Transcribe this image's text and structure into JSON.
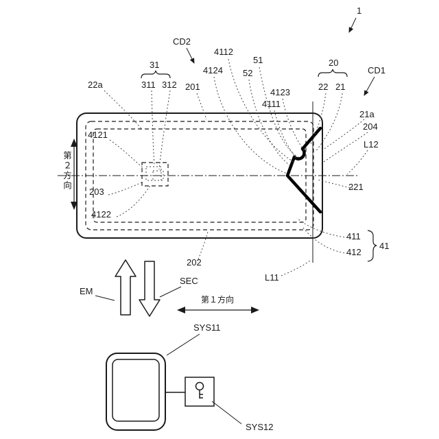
{
  "figure": {
    "title_ref": "1",
    "labels": {
      "fig_no": "1",
      "cd2": "CD2",
      "cd1": "CD1",
      "n4112": "4112",
      "n51": "51",
      "n4124": "4124",
      "n52": "52",
      "n20": "20",
      "n31": "31",
      "n311": "311",
      "n312": "312",
      "n201": "201",
      "n22a": "22a",
      "n4123": "4123",
      "n4111": "4111",
      "n22": "22",
      "n21": "21",
      "n21a": "21a",
      "n204": "204",
      "l12": "L12",
      "n4121": "4121",
      "dir2": "第２方向",
      "n203": "203",
      "n221": "221",
      "n4122": "4122",
      "n411": "411",
      "n412": "412",
      "n41": "41",
      "n202": "202",
      "l11": "L11",
      "em": "EM",
      "sec": "SEC",
      "dir1": "第１方向",
      "sys11": "SYS11",
      "sys12": "SYS12"
    },
    "colors": {
      "line": "#1a1a1a",
      "background": "#ffffff"
    }
  }
}
